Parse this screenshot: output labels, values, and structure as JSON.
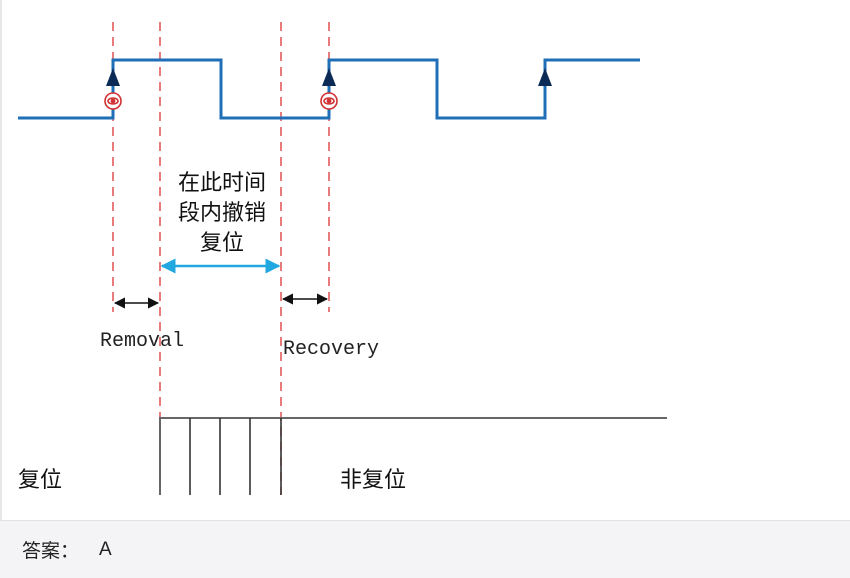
{
  "diagram": {
    "window_label": [
      "在此时间",
      "段内撤销",
      "复位"
    ],
    "removal_label": "Removal",
    "recovery_label": "Recovery",
    "reset_label": "复位",
    "non_reset_label": "非复位"
  },
  "answer": {
    "label": "答案：",
    "value": "A"
  },
  "colors": {
    "clock": "#1f6fb8",
    "guide": "#e05050",
    "window_arrow": "#22a8e0",
    "reset_line": "#666666"
  }
}
